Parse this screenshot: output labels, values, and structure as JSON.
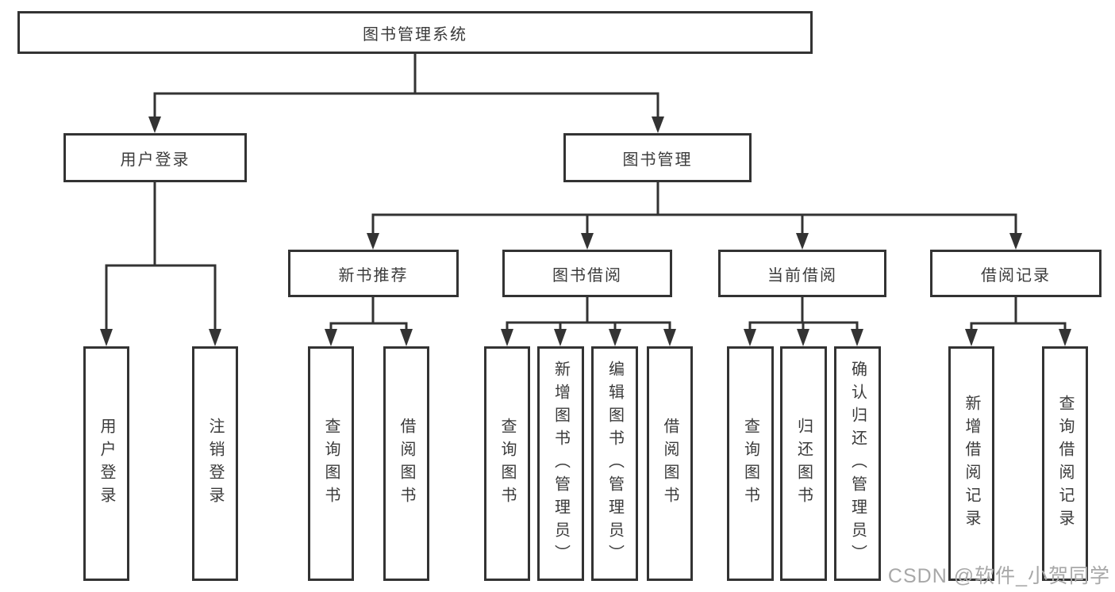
{
  "title": "图书管理系统",
  "watermark": "CSDN @软件_小贺同学",
  "level2": {
    "user_login": "用户登录",
    "book_management": "图书管理"
  },
  "level3": {
    "new_books": "新书推荐",
    "borrowing": "图书借阅",
    "current": "当前借阅",
    "records": "借阅记录"
  },
  "leaves": {
    "user_login": "用户登录",
    "logout": "注销登录",
    "nb_search": "查询图书",
    "nb_borrow": "借阅图书",
    "bw_search": "查询图书",
    "bw_add": "新增图书（管理员）",
    "bw_edit": "编辑图书（管理员）",
    "bw_borrow": "借阅图书",
    "cur_search": "查询图书",
    "cur_return": "归还图书",
    "cur_confirm": "确认归还（管理员）",
    "rec_add": "新增借阅记录",
    "rec_search": "查询借阅记录"
  },
  "colors": {
    "line": "#333333",
    "text": "#3b3b3b",
    "background": "#ffffff",
    "watermark": "#a8a8a8"
  }
}
